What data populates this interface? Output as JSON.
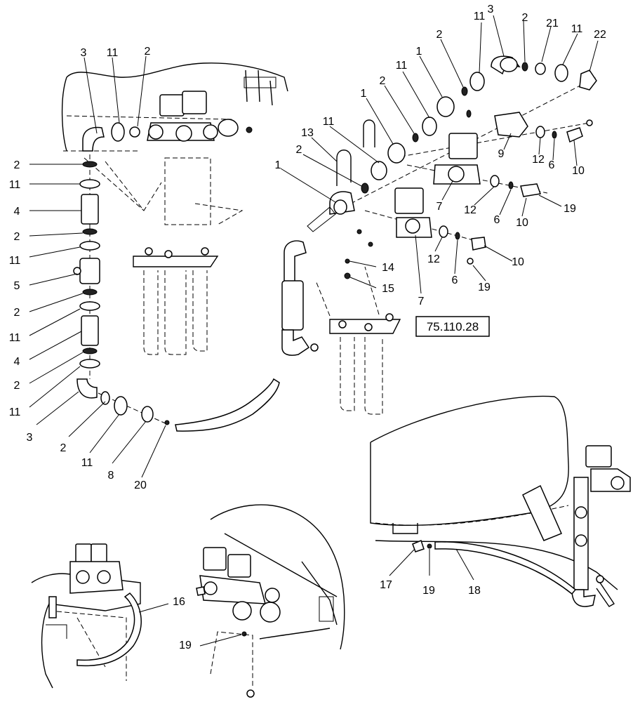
{
  "reference_box": "75.110.28",
  "callouts": {
    "left_top_3": "3",
    "left_top_11": "11",
    "left_top_2": "2",
    "lc_2a": "2",
    "lc_11a": "11",
    "lc_4a": "4",
    "lc_2b": "2",
    "lc_11b": "11",
    "lc_5": "5",
    "lc_2c": "2",
    "lc_11c": "11",
    "lc_4b": "4",
    "lc_2d": "2",
    "lc_11d": "11",
    "lb_3": "3",
    "lb_2": "2",
    "lb_11": "11",
    "lb_8": "8",
    "lb_20": "20",
    "r_3": "3",
    "r_2a": "2",
    "r_21": "21",
    "r_11a": "11",
    "r_22": "22",
    "r_11b": "11",
    "r_2b": "2",
    "r_1a": "1",
    "r_2c": "2",
    "r_11c": "11",
    "r_1b": "1",
    "r_13": "13",
    "r_11d": "11",
    "r_2d": "2",
    "r_1c": "1",
    "r_9": "9",
    "r_12a": "12",
    "r_6a": "6",
    "r_10a": "10",
    "r_7a": "7",
    "r_12b": "12",
    "r_6b": "6",
    "r_10b": "10",
    "r_19a": "19",
    "r_14": "14",
    "r_15": "15",
    "r_7b": "7",
    "r_12c": "12",
    "r_6c": "6",
    "r_10c": "10",
    "r_19b": "19",
    "br_17": "17",
    "br_19": "19",
    "br_18": "18",
    "bl_16": "16",
    "bm_19": "19"
  }
}
